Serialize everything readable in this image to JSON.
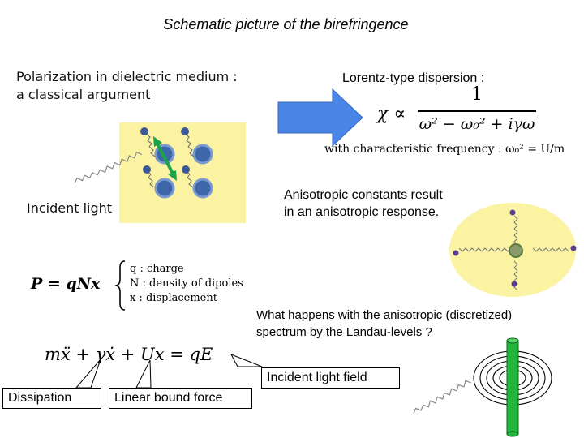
{
  "title": "Schematic picture of the birefringence",
  "polarization": {
    "line1": "Polarization in dielectric medium :",
    "line2": "a classical argument"
  },
  "incident_light_label": "Incident light",
  "lorentz": {
    "heading": "Lorentz-type dispersion :",
    "chi": "χ ∝",
    "numerator": "1",
    "denominator": "ω² − ω₀² + iγω",
    "characteristic": "with characteristic frequency :  ω₀² = U/m"
  },
  "anisotropic": {
    "line1": "Anisotropic constants result",
    "line2": "in an anisotropic response."
  },
  "polarization_eq": {
    "lhs": "P = qNx",
    "def1": "q : charge",
    "def2": "N : density of dipoles",
    "def3": "x : displacement"
  },
  "question": {
    "line1": "What happens with the anisotropic (discretized)",
    "line2": "spectrum by the Landau-levels ?"
  },
  "equation_of_motion": "mẍ + γẋ + Ux = qE",
  "callouts": {
    "incident_field": "Incident light field",
    "dissipation": "Dissipation",
    "linear_bound": "Linear bound force"
  },
  "colors": {
    "yellow_panel": "#fbf3a2",
    "ellipse": "#fbf3a2",
    "arrow_blue": "#4a86e8",
    "green_dipole": "#1aa34a",
    "atom_blue": "#3d67a8",
    "cylinder_green": "#22b43c"
  }
}
